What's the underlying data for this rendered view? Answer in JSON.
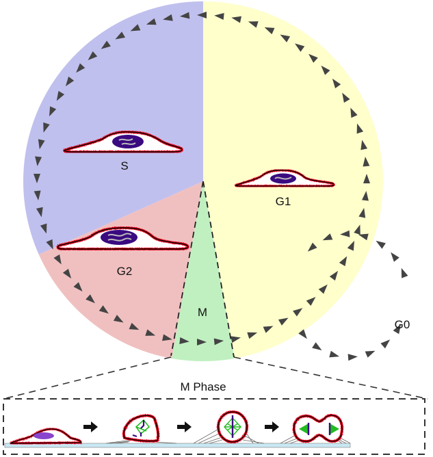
{
  "title": "Cell cycle",
  "phases": [
    {
      "id": "G1",
      "label": "G1",
      "color": "#ffffcc"
    },
    {
      "id": "S",
      "label": "S",
      "color": "#c0c0ee"
    },
    {
      "id": "G2",
      "label": "G2",
      "color": "#f0c0c0"
    },
    {
      "id": "M",
      "label": "M",
      "color": "#c0f0c0"
    }
  ],
  "g0": {
    "label": "G0"
  },
  "m_phase": {
    "label": "M Phase",
    "stages": [
      "interphase cell",
      "prophase",
      "metaphase",
      "cytokinesis"
    ]
  },
  "colors": {
    "arrow": "#444444",
    "membrane": "#e8001c",
    "nucleus": "#3a0a80",
    "spindle": "#22bb22",
    "substrate": "#c8e8f4"
  }
}
